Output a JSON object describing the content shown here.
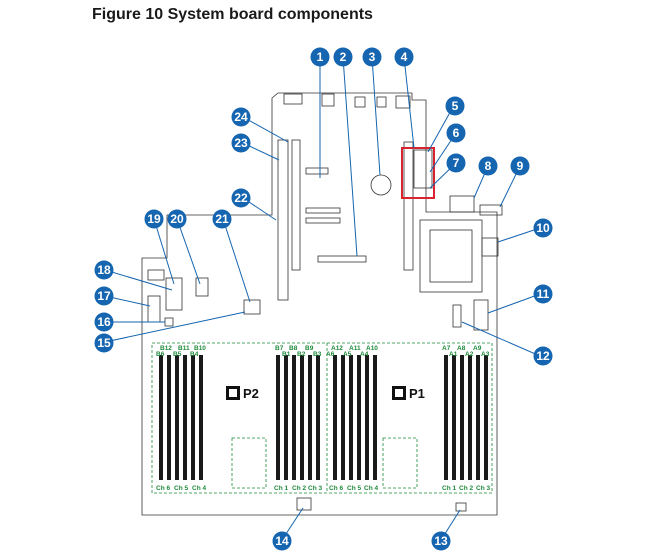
{
  "figure": {
    "title": "Figure 10 System board components"
  },
  "processors": [
    {
      "label": "P2"
    },
    {
      "label": "P1"
    }
  ],
  "dimm_slot_labels": {
    "p2_left": [
      "B12",
      "B6",
      "B11",
      "B5",
      "B10",
      "B4"
    ],
    "p2_right": [
      "B7",
      "B1",
      "B8",
      "B2",
      "B9",
      "B3"
    ],
    "p1_left": [
      "A12",
      "A6",
      "A11",
      "A5",
      "A10",
      "A4"
    ],
    "p1_right": [
      "A7",
      "A1",
      "A8",
      "A2",
      "A9",
      "A3"
    ]
  },
  "channel_labels": {
    "p2_left": [
      "Ch 6",
      "Ch 5",
      "Ch 4"
    ],
    "p2_right": [
      "Ch 1",
      "Ch 2",
      "Ch 3"
    ],
    "p1_left": [
      "Ch 6",
      "Ch 5",
      "Ch 4"
    ],
    "p1_right": [
      "Ch 1",
      "Ch 2",
      "Ch 3"
    ]
  },
  "callouts": [
    "1",
    "2",
    "3",
    "4",
    "5",
    "6",
    "7",
    "8",
    "9",
    "10",
    "11",
    "12",
    "13",
    "14",
    "15",
    "16",
    "17",
    "18",
    "19",
    "20",
    "21",
    "22",
    "23",
    "24"
  ],
  "colors": {
    "callout_fill": "#1565b0",
    "highlight_box": "#d9232e",
    "label_green": "#1e8a3a",
    "board_line": "#333333"
  }
}
